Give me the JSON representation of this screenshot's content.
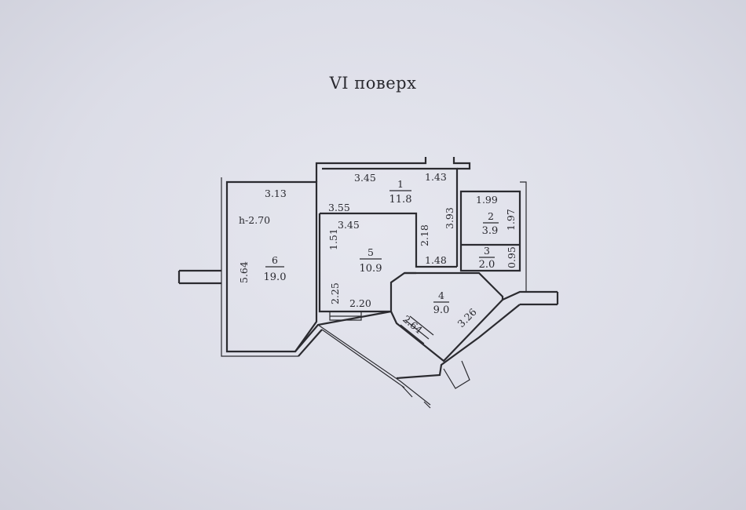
{
  "title": "VI поверх",
  "ceiling_height": "h-2.70",
  "rooms": [
    {
      "number": "1",
      "area": "11.8"
    },
    {
      "number": "2",
      "area": "3.9"
    },
    {
      "number": "3",
      "area": "2.0"
    },
    {
      "number": "4",
      "area": "9.0"
    },
    {
      "number": "5",
      "area": "10.9"
    },
    {
      "number": "6",
      "area": "19.0"
    }
  ],
  "dimensions": [
    "3.45",
    "1.43",
    "3.13",
    "1.99",
    "3.55",
    "3.93",
    "1.97",
    "3.45",
    "2.18",
    "1.51",
    "0.95",
    "5.64",
    "1.48",
    "2.25",
    "2.20",
    "2.64",
    "3.26"
  ]
}
